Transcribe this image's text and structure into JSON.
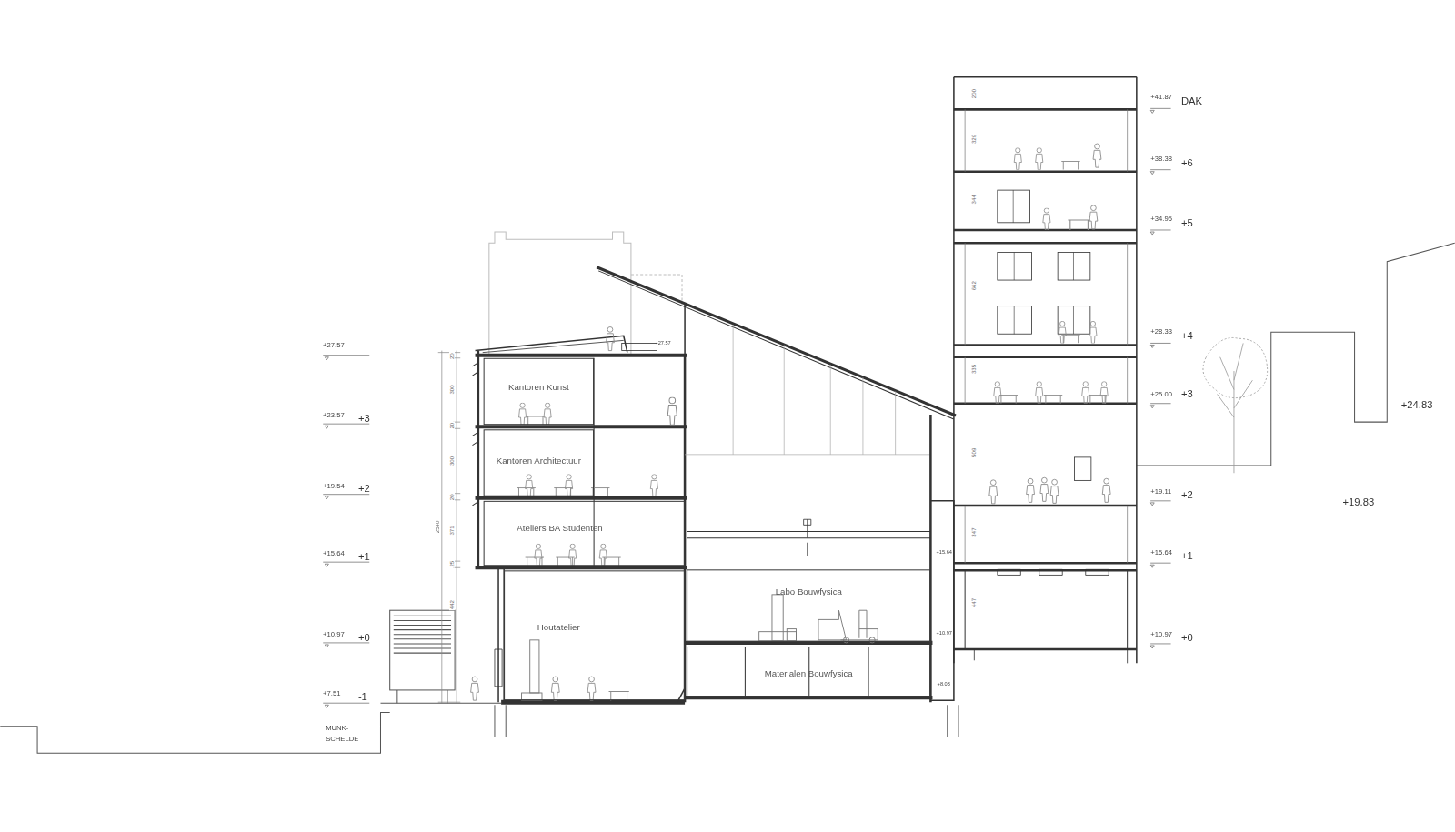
{
  "diagram": {
    "nodes": [
      {
        "text": [
          "Kantoren Kunst"
        ]
      },
      {
        "text": [
          "Kantoren Architectuur"
        ]
      },
      {
        "text": [
          "Ateliers BA Studenten"
        ]
      },
      {
        "text": [
          "Houtatelier"
        ]
      },
      {
        "text": [
          "Labo Bouwfysica"
        ]
      },
      {
        "text": [
          "Materialen Bouwfysica"
        ]
      }
    ],
    "labels": [
      "+27.57",
      "+23.57",
      "+3",
      "+19.54",
      "+2",
      "+15.64",
      "+1",
      "+10.97",
      "+0",
      "+7.51",
      "-1",
      "MUNK- SCHELDE",
      "+41.87",
      "DAK",
      "+38.38",
      "+6",
      "+34.95",
      "+5",
      "+28.33",
      "+4",
      "+25.00",
      "+3",
      "+19.11",
      "+2",
      "+15.64",
      "+1",
      "+10.97",
      "+0",
      "+24.83",
      "+19.83",
      "+27.57",
      "+15.64",
      "+10.97",
      "+8.03",
      "20",
      "300",
      "20",
      "300",
      "20",
      "371",
      "25",
      "442",
      "2540",
      "200",
      "329",
      "344",
      "662",
      "335",
      "509",
      "347",
      "447"
    ]
  }
}
